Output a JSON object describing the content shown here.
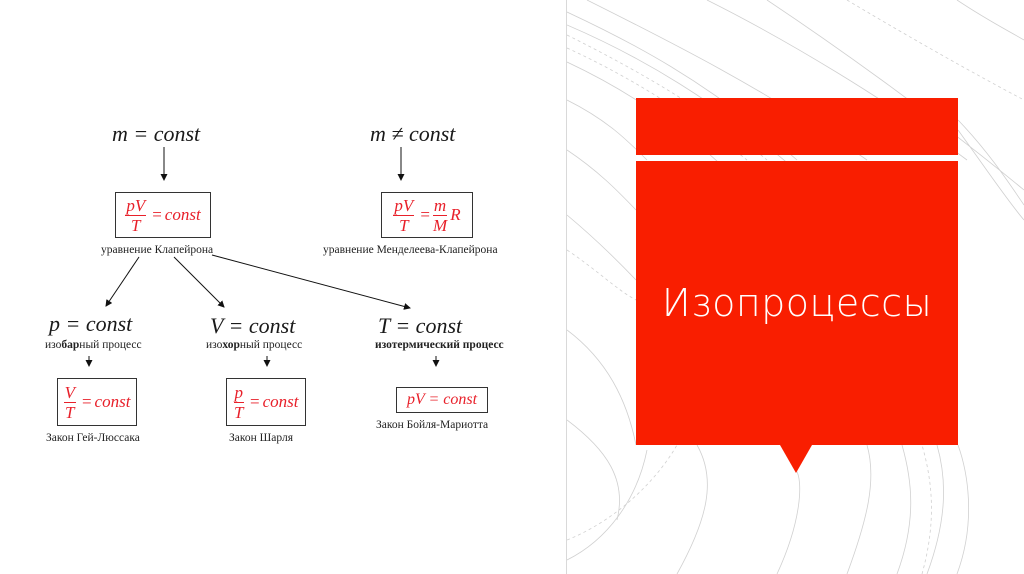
{
  "slide": {
    "title": "Изопроцессы",
    "accent_color": "#f91e00",
    "formula_color": "#e8202a"
  },
  "diagram": {
    "top_left": {
      "condition": "m = const",
      "formula": {
        "numerator": "pV",
        "denominator": "T",
        "rhs": "const"
      },
      "caption": "уравнение Клапейрона"
    },
    "top_right": {
      "condition": "m ≠ const",
      "formula": {
        "numerator": "pV",
        "denominator": "T",
        "rhs_numerator": "m",
        "rhs_denominator": "M",
        "rhs_tail": "R"
      },
      "caption": "уравнение Менделеева-Клапейрона"
    },
    "processes": [
      {
        "condition": "p = const",
        "name_prefix": "изо",
        "name_bold": "бар",
        "name_suffix": "ный процесс",
        "formula": {
          "numerator": "V",
          "denominator": "T",
          "rhs": "const"
        },
        "law": "Закон Гей-Люссака"
      },
      {
        "condition": "V = const",
        "name_prefix": "изо",
        "name_bold": "хор",
        "name_suffix": "ный процесс",
        "formula": {
          "numerator": "p",
          "denominator": "T",
          "rhs": "const"
        },
        "law": "Закон Шарля"
      },
      {
        "condition": "T = const",
        "name_prefix": "изотермический  процесс",
        "name_bold": "",
        "name_suffix": "",
        "formula": {
          "inline": "pV = const"
        },
        "law": "Закон Бойля-Мариотта"
      }
    ],
    "equals": "="
  }
}
